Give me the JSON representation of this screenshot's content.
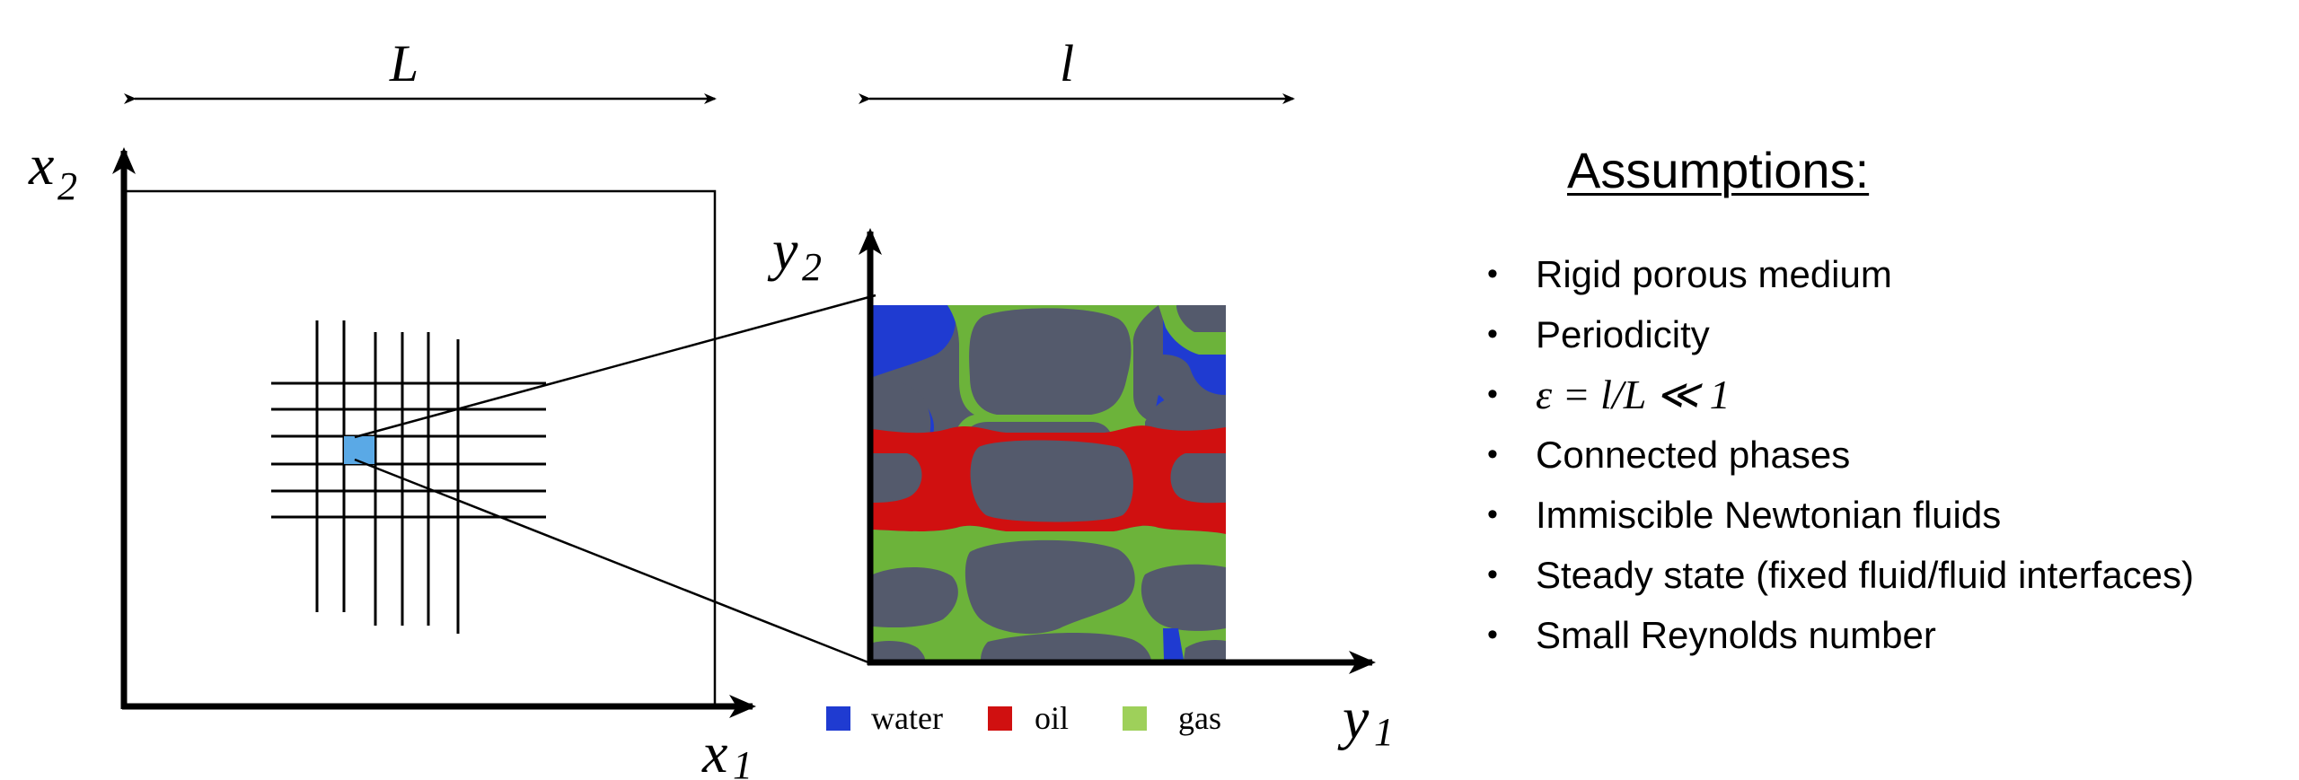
{
  "diagram": {
    "macro_length_label": "L",
    "micro_length_label": "l",
    "macro_axes": {
      "x_label": "x",
      "x_sub": "1",
      "y_label": "x",
      "y_sub": "2"
    },
    "micro_axes": {
      "x_label": "y",
      "x_sub": "1",
      "y_label": "y",
      "y_sub": "2"
    },
    "legend": [
      {
        "label": "water",
        "color": "#1f3bd1"
      },
      {
        "label": "oil",
        "color": "#d01010"
      },
      {
        "label": "gas",
        "color": "#9ed05a"
      }
    ],
    "colors": {
      "solid": "#545a6c",
      "water": "#1f3bd1",
      "oil": "#d01010",
      "gas": "#6cb33a",
      "highlight": "#5aa9e6"
    }
  },
  "assumptions": {
    "title": "Assumptions:",
    "items": [
      {
        "text": "Rigid porous medium"
      },
      {
        "text": "Periodicity"
      },
      {
        "text": "ε = l/L ≪ 1"
      },
      {
        "text": "Connected phases"
      },
      {
        "text": "Immiscible Newtonian fluids"
      },
      {
        "text": "Steady state (fixed fluid/fluid interfaces)"
      },
      {
        "text": "Small Reynolds number"
      }
    ]
  }
}
